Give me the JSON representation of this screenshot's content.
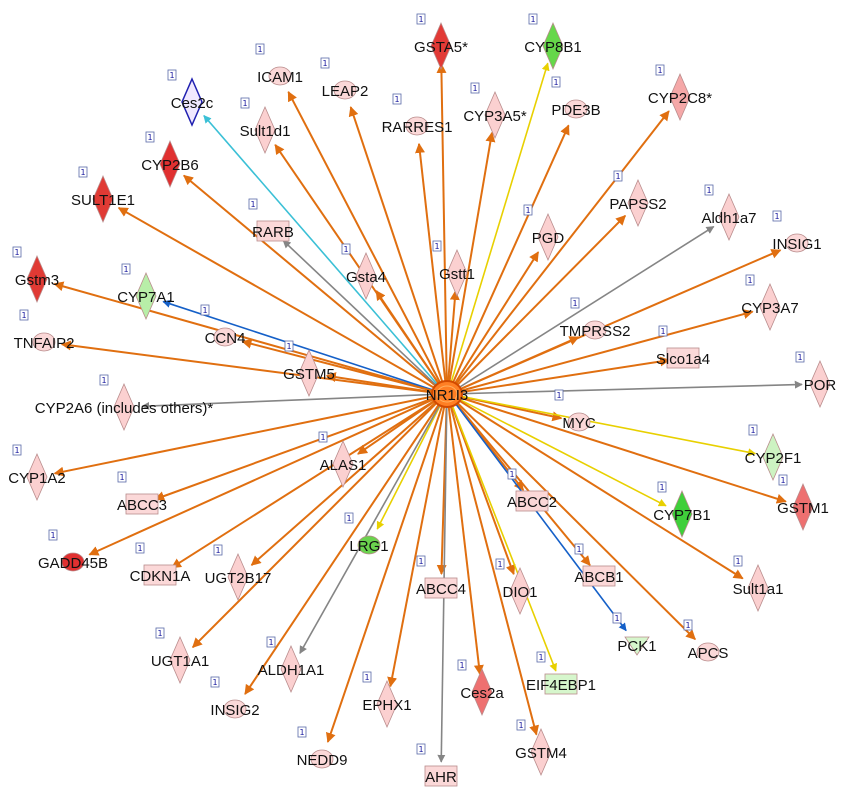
{
  "title": "",
  "hub": {
    "label": "NR1I3",
    "fill": "#ff7f24",
    "stroke": "#d24a00"
  },
  "badge": "1",
  "palette": {
    "orange": "#e06f10",
    "gray": "#858585",
    "blue": "#1560c8",
    "cyan": "#3bc0d6",
    "yellow": "#e8d000"
  },
  "nodes": [
    {
      "id": "GSTA5",
      "label": "GSTA5*",
      "shape": "diamond",
      "fill": "#e23a36",
      "edge": "orange"
    },
    {
      "id": "ICAM1",
      "label": "ICAM1",
      "shape": "ellipse",
      "fill": "#fbd8d8",
      "edge": "orange"
    },
    {
      "id": "CYP8B1",
      "label": "CYP8B1",
      "shape": "diamond",
      "fill": "#66d74a",
      "edge": "yellow"
    },
    {
      "id": "LEAP2",
      "label": "LEAP2",
      "shape": "ellipse",
      "fill": "#fbd8d8",
      "edge": "orange"
    },
    {
      "id": "Ces2c",
      "label": "Ces2c",
      "shape": "diamond",
      "fill": "#f0e8ff",
      "edge": "cyan"
    },
    {
      "id": "Sult1d1",
      "label": "Sult1d1",
      "shape": "diamond",
      "fill": "#fbd0d0",
      "edge": "orange"
    },
    {
      "id": "RARRES1",
      "label": "RARRES1",
      "shape": "ellipse",
      "fill": "#fbd8d8",
      "edge": "orange"
    },
    {
      "id": "CYP3A5",
      "label": "CYP3A5*",
      "shape": "diamond",
      "fill": "#fbd0d0",
      "edge": "orange"
    },
    {
      "id": "PDE3B",
      "label": "PDE3B",
      "shape": "ellipse",
      "fill": "#fbd8d8",
      "edge": "orange"
    },
    {
      "id": "CYP2C8",
      "label": "CYP2C8*",
      "shape": "diamond",
      "fill": "#f5a8a8",
      "edge": "orange"
    },
    {
      "id": "CYP2B6",
      "label": "CYP2B6",
      "shape": "diamond",
      "fill": "#e03030",
      "edge": "orange"
    },
    {
      "id": "SULT1E1",
      "label": "SULT1E1",
      "shape": "diamond",
      "fill": "#e03a34",
      "edge": "orange"
    },
    {
      "id": "RARB",
      "label": "RARB",
      "shape": "rect",
      "fill": "#fbd8d8",
      "edge": "gray"
    },
    {
      "id": "PAPSS2",
      "label": "PAPSS2",
      "shape": "diamond",
      "fill": "#fbd0d0",
      "edge": "orange"
    },
    {
      "id": "Aldh1a7",
      "label": "Aldh1a7",
      "shape": "diamond",
      "fill": "#fbd0d0",
      "edge": "gray"
    },
    {
      "id": "PGD",
      "label": "PGD",
      "shape": "diamond",
      "fill": "#fbd0d0",
      "edge": "orange"
    },
    {
      "id": "INSIG1",
      "label": "INSIG1",
      "shape": "ellipse",
      "fill": "#fbd8d8",
      "edge": "orange"
    },
    {
      "id": "Gsta4",
      "label": "Gsta4",
      "shape": "diamond",
      "fill": "#fbd0d0",
      "edge": "orange"
    },
    {
      "id": "Gstt1",
      "label": "Gstt1",
      "shape": "diamond",
      "fill": "#fbd0d0",
      "edge": "orange"
    },
    {
      "id": "Gstm3",
      "label": "Gstm3",
      "shape": "diamond",
      "fill": "#e03a34",
      "edge": "orange"
    },
    {
      "id": "CYP7A1",
      "label": "CYP7A1",
      "shape": "diamond",
      "fill": "#b8eea8",
      "edge": "blue"
    },
    {
      "id": "CYP3A7",
      "label": "CYP3A7",
      "shape": "diamond",
      "fill": "#fbd0d0",
      "edge": "orange"
    },
    {
      "id": "TMPRSS2",
      "label": "TMPRSS2",
      "shape": "ellipse",
      "fill": "#fbd8d8",
      "edge": "orange"
    },
    {
      "id": "TNFAIP2",
      "label": "TNFAIP2",
      "shape": "ellipse",
      "fill": "#fbd8d8",
      "edge": "orange"
    },
    {
      "id": "CCN4",
      "label": "CCN4",
      "shape": "ellipse",
      "fill": "#fbd8d8",
      "edge": "orange"
    },
    {
      "id": "Slco1a4",
      "label": "Slco1a4",
      "shape": "rect",
      "fill": "#fbd8d8",
      "edge": "orange"
    },
    {
      "id": "GSTM5",
      "label": "GSTM5",
      "shape": "diamond",
      "fill": "#fbd0d0",
      "edge": "orange"
    },
    {
      "id": "POR",
      "label": "POR",
      "shape": "diamond",
      "fill": "#fbd0d0",
      "edge": "gray"
    },
    {
      "id": "CYP2A6",
      "label": "CYP2A6 (includes others)*",
      "shape": "diamond",
      "fill": "#fbd0d0",
      "edge": "gray"
    },
    {
      "id": "MYC",
      "label": "MYC",
      "shape": "ellipse",
      "fill": "#fbd8d8",
      "edge": "orange"
    },
    {
      "id": "CYP2F1",
      "label": "CYP2F1",
      "shape": "diamond",
      "fill": "#cdf3c2",
      "edge": "yellow"
    },
    {
      "id": "CYP1A2",
      "label": "CYP1A2",
      "shape": "diamond",
      "fill": "#fbd0d0",
      "edge": "orange"
    },
    {
      "id": "ALAS1",
      "label": "ALAS1",
      "shape": "diamond",
      "fill": "#fbd0d0",
      "edge": "orange"
    },
    {
      "id": "ABCC3",
      "label": "ABCC3",
      "shape": "rect",
      "fill": "#fbd8d8",
      "edge": "orange"
    },
    {
      "id": "ABCC2",
      "label": "ABCC2",
      "shape": "rect",
      "fill": "#fbd8d8",
      "edge": "orange"
    },
    {
      "id": "GSTM1",
      "label": "GSTM1",
      "shape": "diamond",
      "fill": "#ee7070",
      "edge": "orange"
    },
    {
      "id": "CYP7B1",
      "label": "CYP7B1",
      "shape": "diamond",
      "fill": "#3fcf3a",
      "edge": "yellow"
    },
    {
      "id": "GADD45B",
      "label": "GADD45B",
      "shape": "ellipse",
      "fill": "#e03030",
      "edge": "orange"
    },
    {
      "id": "CDKN1A",
      "label": "CDKN1A",
      "shape": "rect",
      "fill": "#fbd8d8",
      "edge": "orange"
    },
    {
      "id": "UGT2B17",
      "label": "UGT2B17",
      "shape": "diamond",
      "fill": "#fbd0d0",
      "edge": "orange"
    },
    {
      "id": "LRG1",
      "label": "LRG1",
      "shape": "ellipse",
      "fill": "#6ad34e",
      "edge": "yellow"
    },
    {
      "id": "ABCC4",
      "label": "ABCC4",
      "shape": "rect",
      "fill": "#fbd8d8",
      "edge": "orange"
    },
    {
      "id": "DIO1",
      "label": "DIO1",
      "shape": "diamond",
      "fill": "#fbd0d0",
      "edge": "orange"
    },
    {
      "id": "ABCB1",
      "label": "ABCB1",
      "shape": "rect",
      "fill": "#fbd8d8",
      "edge": "orange"
    },
    {
      "id": "Sult1a1",
      "label": "Sult1a1",
      "shape": "diamond",
      "fill": "#fbd0d0",
      "edge": "orange"
    },
    {
      "id": "UGT1A1",
      "label": "UGT1A1",
      "shape": "diamond",
      "fill": "#fbd0d0",
      "edge": "orange"
    },
    {
      "id": "ALDH1A1",
      "label": "ALDH1A1",
      "shape": "diamond",
      "fill": "#fbd0d0",
      "edge": "gray"
    },
    {
      "id": "PCK1",
      "label": "PCK1",
      "shape": "triangle",
      "fill": "#d6f6cc",
      "edge": "blue"
    },
    {
      "id": "APCS",
      "label": "APCS",
      "shape": "ellipse",
      "fill": "#fbd8d8",
      "edge": "orange"
    },
    {
      "id": "INSIG2",
      "label": "INSIG2",
      "shape": "ellipse",
      "fill": "#fbd8d8",
      "edge": "orange"
    },
    {
      "id": "EPHX1",
      "label": "EPHX1",
      "shape": "diamond",
      "fill": "#fbd0d0",
      "edge": "orange"
    },
    {
      "id": "Ces2a",
      "label": "Ces2a",
      "shape": "diamond",
      "fill": "#ee7070",
      "edge": "orange"
    },
    {
      "id": "EIF4EBP1",
      "label": "EIF4EBP1",
      "shape": "rect",
      "fill": "#d6f6cc",
      "edge": "yellow"
    },
    {
      "id": "NEDD9",
      "label": "NEDD9",
      "shape": "ellipse",
      "fill": "#fbd8d8",
      "edge": "orange"
    },
    {
      "id": "GSTM4",
      "label": "GSTM4",
      "shape": "diamond",
      "fill": "#fbd0d0",
      "edge": "orange"
    },
    {
      "id": "AHR",
      "label": "AHR",
      "shape": "rect",
      "fill": "#fbd8d8",
      "edge": "gray"
    }
  ]
}
